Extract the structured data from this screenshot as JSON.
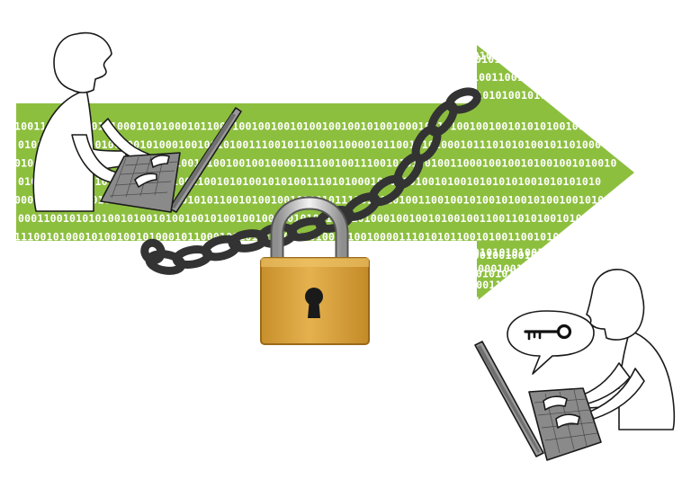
{
  "binary_rows": [
    "0101100101010010001001001001010100100110010101010100101001001010010100101001001000110010010101001010",
    "1001100101000101000101010001011000100100100101001001001010010001001010010010010101010010000101",
    "0101010010100100100101000100100101001110010110100110000101100101010001011101010100101101000",
    "0100101010001000110010100100101001001001000011110010011100101010010011000100100101001001010010",
    "0101010100101011001010101001100101010010101001110101000101001010010100101010101001010101010",
    "0000100101010101001001010001010110010100100101001011110100101001100100101001010010100100101001",
    "0001100101010100101001010010010100100100100101011000101000100100101001001100110101001010100",
    "1110010100010100100101000101100010010101000110010010100100001110101011001010011001010001010010",
    "1100101010000111100101000101010011000101001000100100100101001010010010100100100101000101001",
    "0101001001010011001000101001010010101000101000101001001001001010010100100101010101001001"
  ],
  "colors": {
    "arrow_green": "#8dbf3f",
    "padlock_gold": "#d9a440",
    "chain_dark": "#333333",
    "laptop_gray": "#8a8a8a",
    "outline": "#1a1a1a"
  },
  "icons": [
    "padlock-icon",
    "chain-icon",
    "key-icon",
    "laptop-icon"
  ]
}
